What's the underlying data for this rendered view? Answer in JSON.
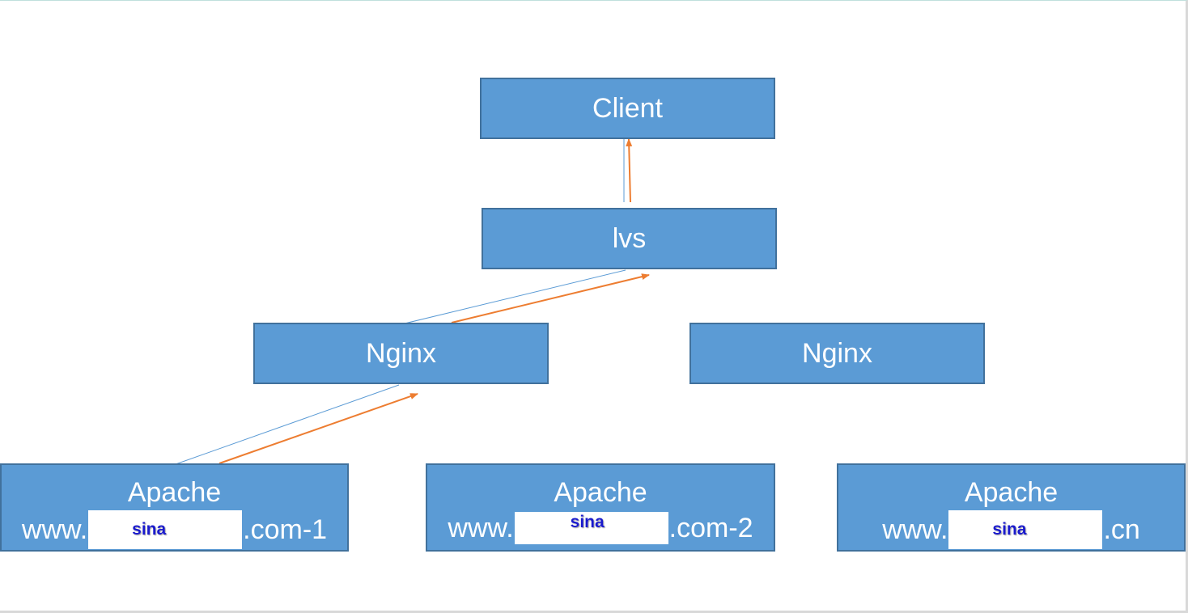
{
  "colors": {
    "node_fill": "#5b9bd5",
    "node_border": "#41719c",
    "node_text": "#ffffff",
    "blue_line": "#5b9bd5",
    "orange_arrow": "#ed7d31",
    "mask_text": "#1a1acc"
  },
  "nodes": {
    "client": {
      "label": "Client"
    },
    "lvs": {
      "label": "lvs"
    },
    "nginx1": {
      "label": "Nginx"
    },
    "nginx2": {
      "label": "Nginx"
    },
    "apache1": {
      "title": "Apache",
      "prefix": "www.",
      "masked": "sina",
      "suffix": ".com-1"
    },
    "apache2": {
      "title": "Apache",
      "prefix": "www.",
      "masked": "sina",
      "suffix": ".com-2"
    },
    "apache3": {
      "title": "Apache",
      "prefix": "www.",
      "masked": "sina",
      "suffix": ".cn"
    }
  },
  "edges": [
    {
      "from": "apache1",
      "to": "nginx1",
      "style": "blue-line"
    },
    {
      "from": "apache1",
      "to": "nginx1",
      "style": "orange-arrow"
    },
    {
      "from": "nginx1",
      "to": "lvs",
      "style": "blue-line"
    },
    {
      "from": "nginx1",
      "to": "lvs",
      "style": "orange-arrow"
    },
    {
      "from": "lvs",
      "to": "client",
      "style": "blue-line"
    },
    {
      "from": "lvs",
      "to": "client",
      "style": "orange-arrow"
    }
  ]
}
